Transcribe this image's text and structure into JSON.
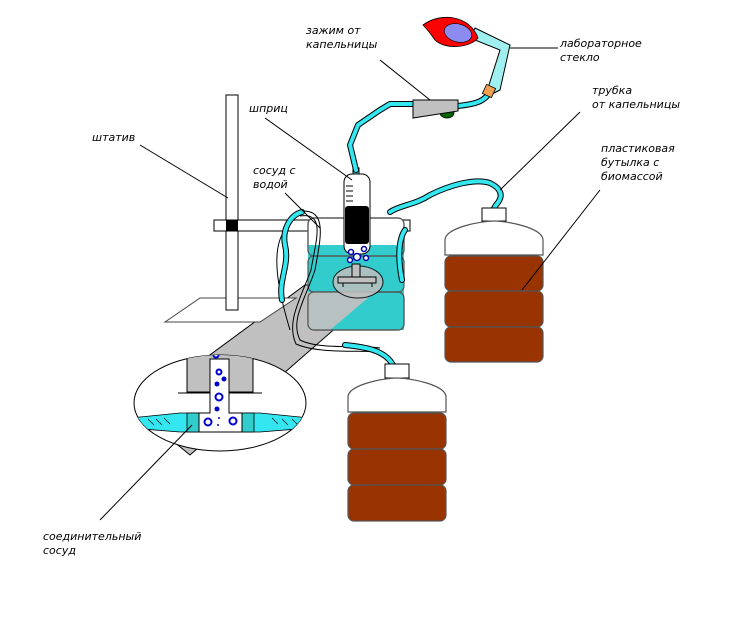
{
  "diagram": {
    "title": "",
    "labels": {
      "clamp": [
        "зажим от",
        "капельницы"
      ],
      "lab_glass": [
        "лабораторное",
        "стекло"
      ],
      "drip_tube": [
        "трубка",
        "от капельницы"
      ],
      "bottle": [
        "пластиковая",
        "бутылка с",
        "биомассой"
      ],
      "syringe": [
        "шприц"
      ],
      "stand": [
        "штатив"
      ],
      "water_vessel": [
        "сосуд с",
        "водой"
      ],
      "connector": [
        "соединительный",
        "сосуд"
      ]
    },
    "colors": {
      "tube": "#33e6f0",
      "water": "#33cccc",
      "biomass": "#993300",
      "magnifier": "#c0c0c0",
      "glass_red": "#ff0000",
      "glass_inner": "#8c8cf0",
      "clamp_gray": "#c0c0c0",
      "clamp_green": "#006600",
      "coupling_orange": "#f0a050",
      "bubbles": "#0000aa"
    }
  }
}
